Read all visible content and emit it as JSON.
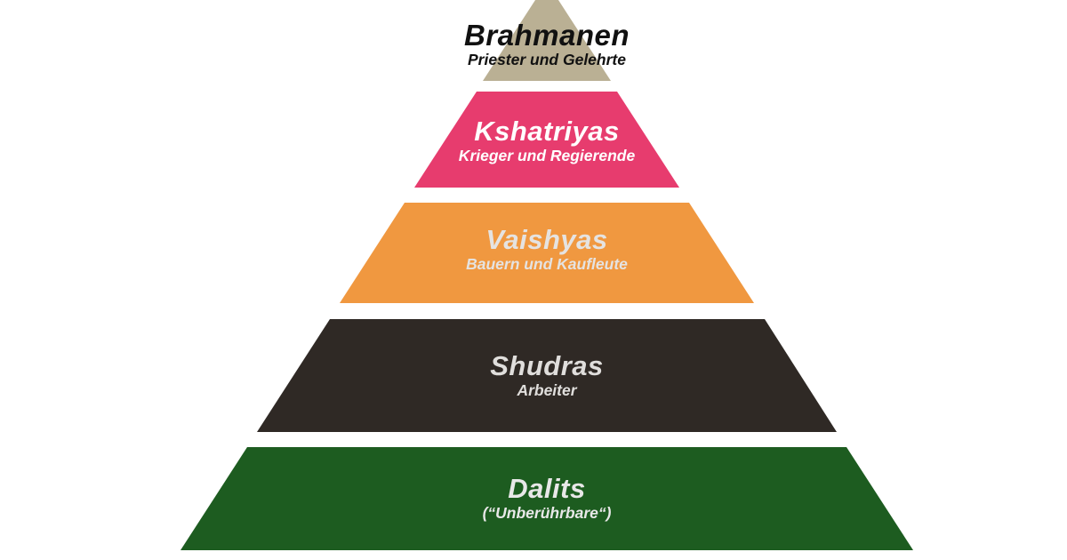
{
  "pyramid": {
    "background_color": "#FFFFFF",
    "levels": [
      {
        "label": "Brahmanen",
        "sublabel": "Priester und Gelehrte",
        "fill": "#BAB094",
        "text_color": "#111111"
      },
      {
        "label": "Kshatriyas",
        "sublabel": "Krieger und Regierende",
        "fill": "#E73C6E",
        "text_color": "#FFFFFF"
      },
      {
        "label": "Vaishyas",
        "sublabel": "Bauern und Kaufleute",
        "fill": "#F09840",
        "text_color": "#E5E3E1"
      },
      {
        "label": "Shudras",
        "sublabel": "Arbeiter",
        "fill": "#2F2925",
        "text_color": "#E0DEDC"
      },
      {
        "label": "Dalits",
        "sublabel": "(“Unberührbare“)",
        "fill": "#1D5C20",
        "text_color": "#E8E8E8"
      }
    ]
  }
}
